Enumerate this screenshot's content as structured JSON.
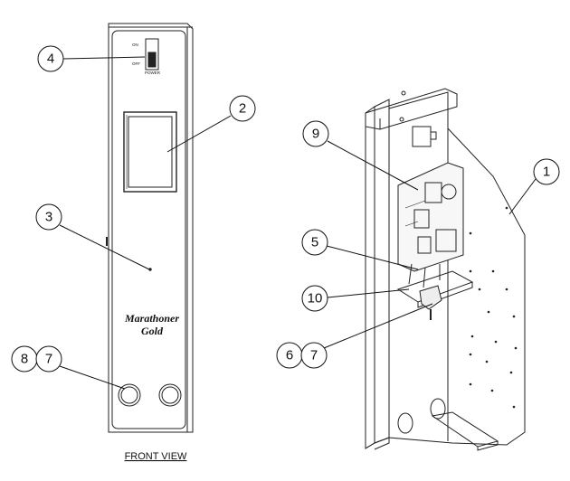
{
  "front_panel": {
    "switch_on_label": "ON",
    "switch_off_label": "OFF",
    "switch_power_label": "POWER",
    "brand_line1": "Marathoner",
    "brand_line2": "Gold"
  },
  "callouts": {
    "c1": "1",
    "c2": "2",
    "c3": "3",
    "c4": "4",
    "c5": "5",
    "c6": "6",
    "c7_front": "7",
    "c7_rear": "7",
    "c8": "8",
    "c9": "9",
    "c10": "10"
  },
  "caption": "FRONT VIEW",
  "colors": {
    "line": "#222222",
    "fill": "#ffffff"
  }
}
